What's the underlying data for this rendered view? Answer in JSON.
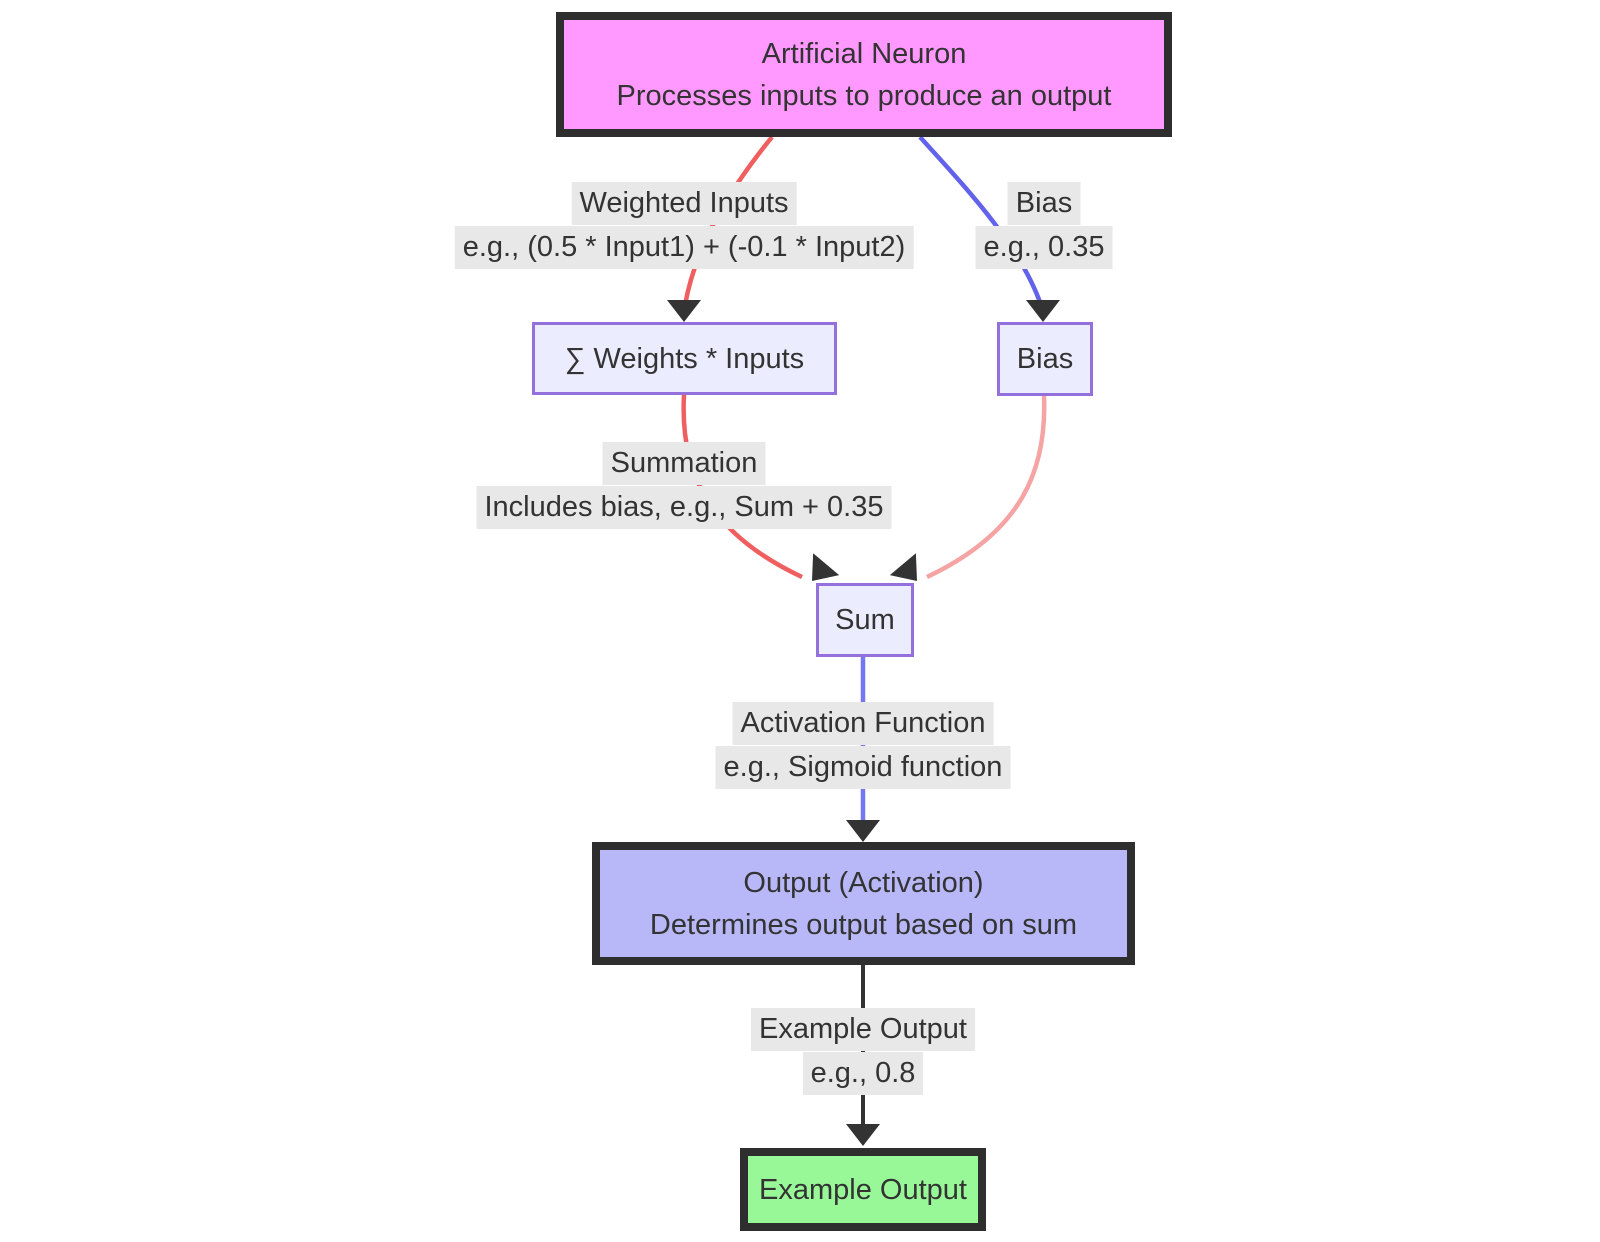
{
  "diagram": {
    "title_node": {
      "line1": "Artificial Neuron",
      "line2": "Processes inputs to produce an output",
      "fill": "#ff99ff",
      "border": "#2e2e2e"
    },
    "nodes": {
      "weights_inputs": {
        "label": "∑ Weights * Inputs",
        "fill": "#ececff",
        "border": "#9370db"
      },
      "bias": {
        "label": "Bias",
        "fill": "#ececff",
        "border": "#9370db"
      },
      "sum": {
        "label": "Sum",
        "fill": "#ececff",
        "border": "#9370db"
      },
      "output": {
        "line1": "Output (Activation)",
        "line2": "Determines output based on sum",
        "fill": "#b8b8f8",
        "border": "#2e2e2e"
      },
      "example_output": {
        "label": "Example Output",
        "fill": "#98f898",
        "border": "#2e2e2e"
      }
    },
    "edge_labels": {
      "weighted_inputs": {
        "line1": "Weighted Inputs",
        "line2": "e.g., (0.5 * Input1) + (-0.1 * Input2)"
      },
      "bias": {
        "line1": "Bias",
        "line2": "e.g., 0.35"
      },
      "summation": {
        "line1": "Summation",
        "line2": "Includes bias, e.g., Sum + 0.35"
      },
      "activation": {
        "line1": "Activation Function",
        "line2": "e.g., Sigmoid function"
      },
      "example_output": {
        "line1": "Example Output",
        "line2": "e.g., 0.8"
      }
    },
    "edges": {
      "neuron_to_weights": {
        "color": "#f05f5f"
      },
      "neuron_to_bias": {
        "color": "#6262ea"
      },
      "weights_to_sum": {
        "color": "#f05f5f"
      },
      "bias_to_sum": {
        "color": "#f5a3a3"
      },
      "sum_to_output": {
        "color": "#7576f2"
      },
      "output_to_example": {
        "color": "#333333"
      },
      "arrow_color": "#333333",
      "label_background": "#e8e8e8",
      "text_color": "#333333"
    }
  }
}
